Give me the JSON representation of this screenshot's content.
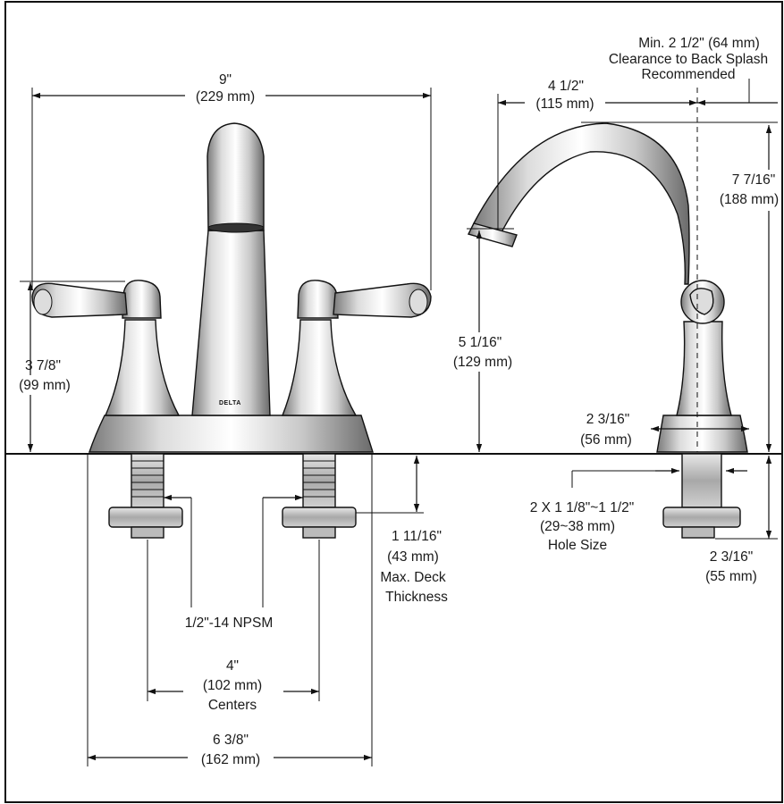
{
  "drawing": {
    "width": {
      "imperial": "9\"",
      "metric": "(229 mm)"
    },
    "handle_height": {
      "imperial": "3 7/8\"",
      "metric": "(99 mm)"
    },
    "brand_mark": "DELTA",
    "backsplash": {
      "line1": "Min. 2 1/2\" (64 mm)",
      "line2": "Clearance to Back Splash",
      "line3": "Recommended"
    },
    "spout_reach": {
      "imperial": "4 1/2\"",
      "metric": "(115 mm)"
    },
    "overall_height": {
      "imperial": "7 7/16\"",
      "metric": "(188 mm)"
    },
    "spout_clearance": {
      "imperial": "5 1/16\"",
      "metric": "(129 mm)"
    },
    "base_depth": {
      "imperial": "2 3/16\"",
      "metric": "(56 mm)"
    },
    "hole_size": {
      "line1": "2 X 1 1/8\"~1 1/2\"",
      "line2": "(29~38 mm)",
      "line3": "Hole Size"
    },
    "shank_length": {
      "imperial": "2 3/16\"",
      "metric": "(55 mm)"
    },
    "deck_thickness": {
      "line1": "1 11/16\"",
      "line2": "(43 mm)",
      "line3": "Max. Deck",
      "line4": "Thickness"
    },
    "thread": "1/2\"-14 NPSM",
    "centers": {
      "imperial": "4\"",
      "metric": "(102 mm)",
      "label": "Centers"
    },
    "base_width": {
      "imperial": "6 3/8\"",
      "metric": "(162 mm)"
    }
  }
}
